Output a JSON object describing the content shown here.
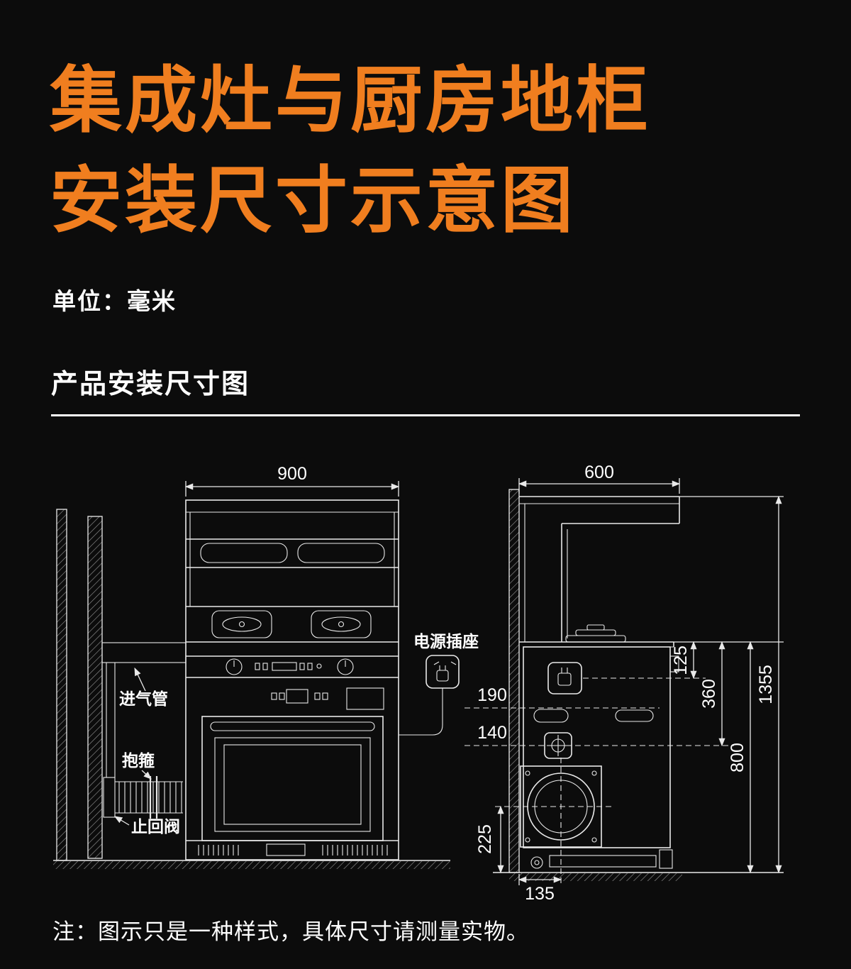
{
  "colors": {
    "background": "#0c0c0c",
    "accent_orange": "#f07e1f",
    "line": "#e9e9e9",
    "text": "#ffffff"
  },
  "header": {
    "title_line1": "集成灶与厨房地柜",
    "title_line2": "安装尺寸示意图",
    "unit_label": "单位：毫米",
    "section_title": "产品安装尺寸图"
  },
  "diagram": {
    "front_view": {
      "width_dim": "900",
      "power_socket_label": "电源插座",
      "intake_pipe_label": "进气管",
      "clamp_label": "抱箍",
      "check_valve_label": "止回阀"
    },
    "side_view": {
      "depth_dim": "600",
      "dim_surface_to_socket": "125",
      "dim_surface_to_valve": "360",
      "dim_total_height": "1355",
      "dim_counter_height": "800",
      "dim_190": "190",
      "dim_140": "140",
      "dim_floor_to_flue_center": "225",
      "dim_wall_to_flue_center": "135"
    }
  },
  "footer": {
    "note": "注：图示只是一种样式，具体尺寸请测量实物。"
  }
}
